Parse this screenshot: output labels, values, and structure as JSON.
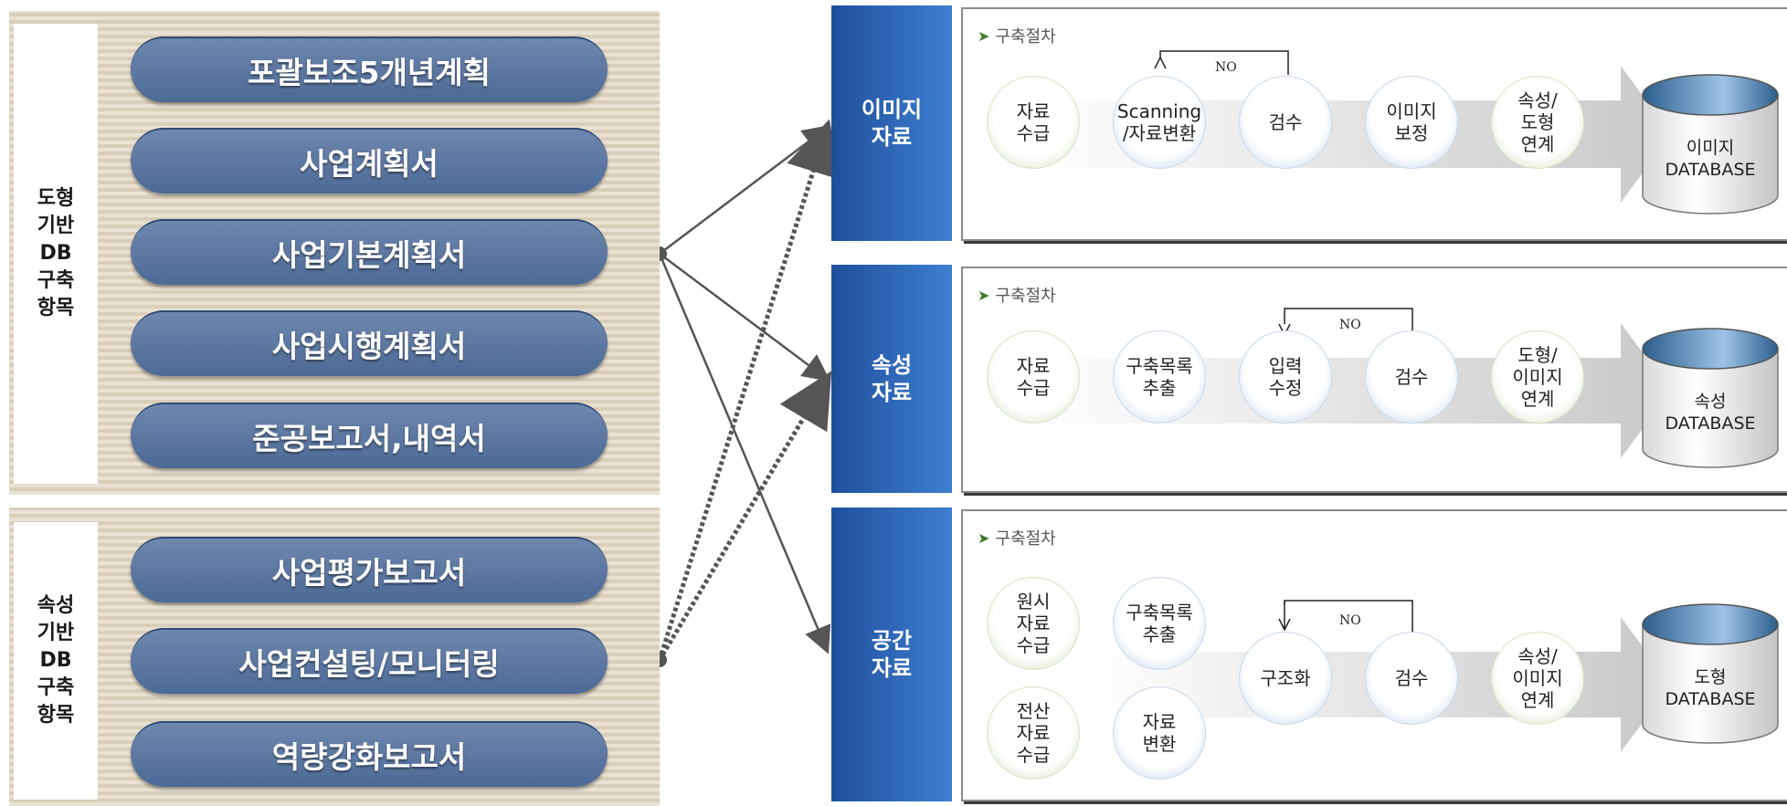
{
  "left": {
    "top_group": {
      "label": "도형\n기반\nDB\n구축\n항목",
      "items": [
        "포괄보조5개년계획",
        "사업계획서",
        "사업기본계획서",
        "사업시행계획서",
        "준공보고서,내역서"
      ]
    },
    "bottom_group": {
      "label": "속성\n기반\nDB\n구축\n항목",
      "items": [
        "사업평가보고서",
        "사업컨설팅/모니터링",
        "역량강화보고서"
      ]
    }
  },
  "processes": [
    {
      "category": "이미지\n자료",
      "title": "구축절차",
      "steps": [
        "자료\n수급",
        "Scanning\n/자료변환",
        "검수",
        "이미지\n보정",
        "속성/\n도형\n연계"
      ],
      "loop_label": "NO",
      "database": "이미지\nDATABASE"
    },
    {
      "category": "속성\n자료",
      "title": "구축절차",
      "steps": [
        "자료\n수급",
        "구축목록\n추출",
        "입력\n수정",
        "검수",
        "도형/\n이미지\n연계"
      ],
      "loop_label": "NO",
      "database": "속성\nDATABASE"
    },
    {
      "category": "공간\n자료",
      "title": "구축절차",
      "steps": [
        "원시\n자료\n수급",
        "전산\n자료\n수급",
        "구축목록\n추출",
        "자료\n변환",
        "구조화",
        "검수",
        "속성/\n이미지\n연계"
      ],
      "loop_label": "NO",
      "database": "도형\nDATABASE"
    }
  ],
  "colors": {
    "pill": "#5a76a2",
    "category": "#2d66b8",
    "panel": "#e2d9c8"
  }
}
